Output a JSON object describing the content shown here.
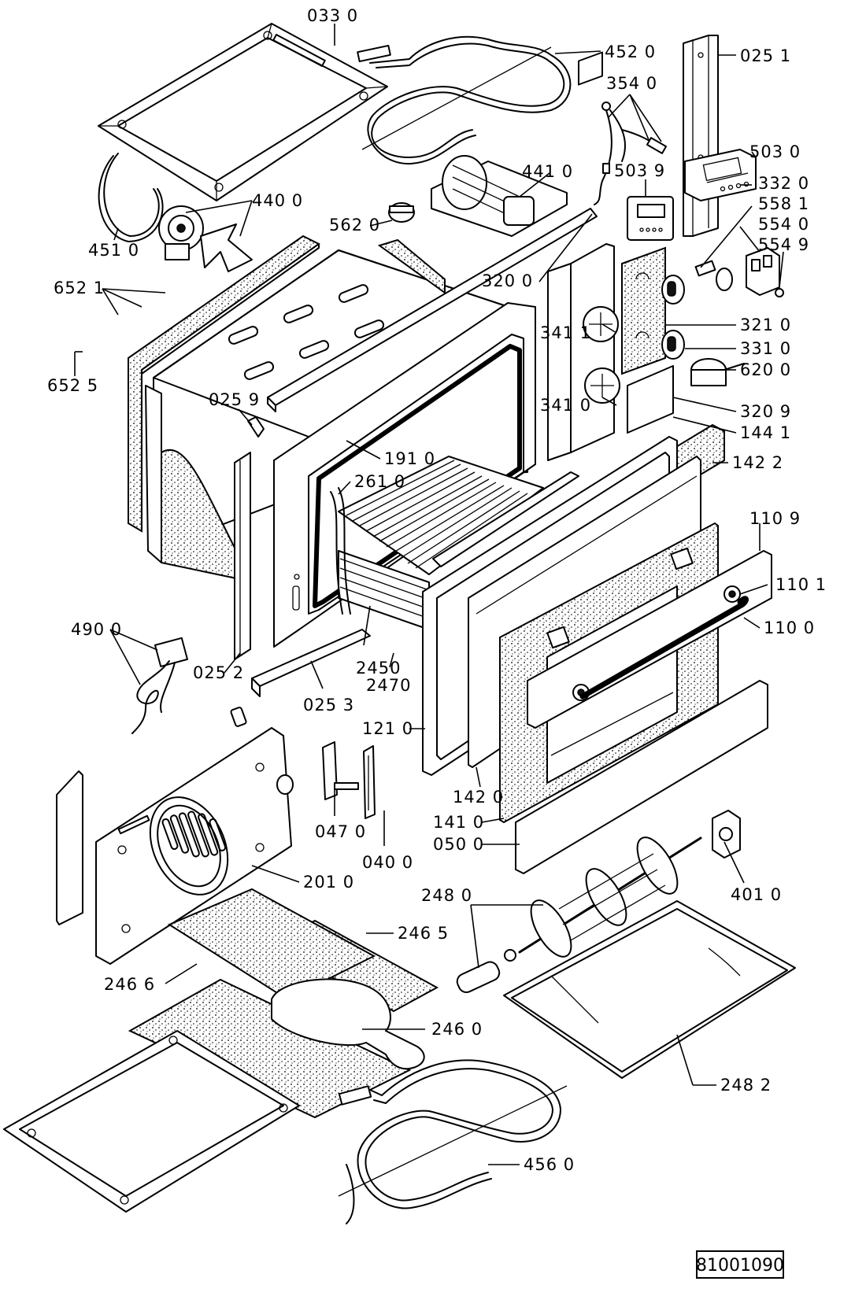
{
  "diagram": {
    "reference_number": "81001090",
    "callouts": [
      {
        "id": "0330",
        "text": "033 0"
      },
      {
        "id": "4520",
        "text": "452 0"
      },
      {
        "id": "0251",
        "text": "025 1"
      },
      {
        "id": "3540",
        "text": "354 0"
      },
      {
        "id": "5030",
        "text": "503 0"
      },
      {
        "id": "3320",
        "text": "332 0"
      },
      {
        "id": "5039",
        "text": "503 9"
      },
      {
        "id": "4410",
        "text": "441 0"
      },
      {
        "id": "5581",
        "text": "558 1"
      },
      {
        "id": "5540",
        "text": "554 0"
      },
      {
        "id": "5549",
        "text": "554 9"
      },
      {
        "id": "4400",
        "text": "440 0"
      },
      {
        "id": "5620",
        "text": "562 0"
      },
      {
        "id": "4510",
        "text": "451 0"
      },
      {
        "id": "3200",
        "text": "320 0"
      },
      {
        "id": "6521",
        "text": "652 1"
      },
      {
        "id": "3411",
        "text": "341 1"
      },
      {
        "id": "3210",
        "text": "321 0"
      },
      {
        "id": "3310",
        "text": "331 0"
      },
      {
        "id": "6525",
        "text": "652 5"
      },
      {
        "id": "6200",
        "text": "620 0"
      },
      {
        "id": "0259",
        "text": "025 9"
      },
      {
        "id": "3410",
        "text": "341 0"
      },
      {
        "id": "3209",
        "text": "320 9"
      },
      {
        "id": "1441",
        "text": "144 1"
      },
      {
        "id": "1910",
        "text": "191 0"
      },
      {
        "id": "1422",
        "text": "142 2"
      },
      {
        "id": "2610",
        "text": "261 0"
      },
      {
        "id": "1109",
        "text": "110 9"
      },
      {
        "id": "1101",
        "text": "110 1"
      },
      {
        "id": "4900",
        "text": "490 0"
      },
      {
        "id": "1100",
        "text": "110 0"
      },
      {
        "id": "2450",
        "text": "2450"
      },
      {
        "id": "0252",
        "text": "025 2"
      },
      {
        "id": "2470",
        "text": "2470"
      },
      {
        "id": "0253",
        "text": "025 3"
      },
      {
        "id": "1210",
        "text": "121 0"
      },
      {
        "id": "1420",
        "text": "142 0"
      },
      {
        "id": "1410",
        "text": "141 0"
      },
      {
        "id": "0470",
        "text": "047 0"
      },
      {
        "id": "0500",
        "text": "050 0"
      },
      {
        "id": "0400",
        "text": "040 0"
      },
      {
        "id": "2010",
        "text": "201 0"
      },
      {
        "id": "4010",
        "text": "401 0"
      },
      {
        "id": "2480",
        "text": "248 0"
      },
      {
        "id": "2465",
        "text": "246 5"
      },
      {
        "id": "2466",
        "text": "246 6"
      },
      {
        "id": "2460",
        "text": "246 0"
      },
      {
        "id": "2482",
        "text": "248 2"
      },
      {
        "id": "4560",
        "text": "456 0"
      }
    ]
  }
}
